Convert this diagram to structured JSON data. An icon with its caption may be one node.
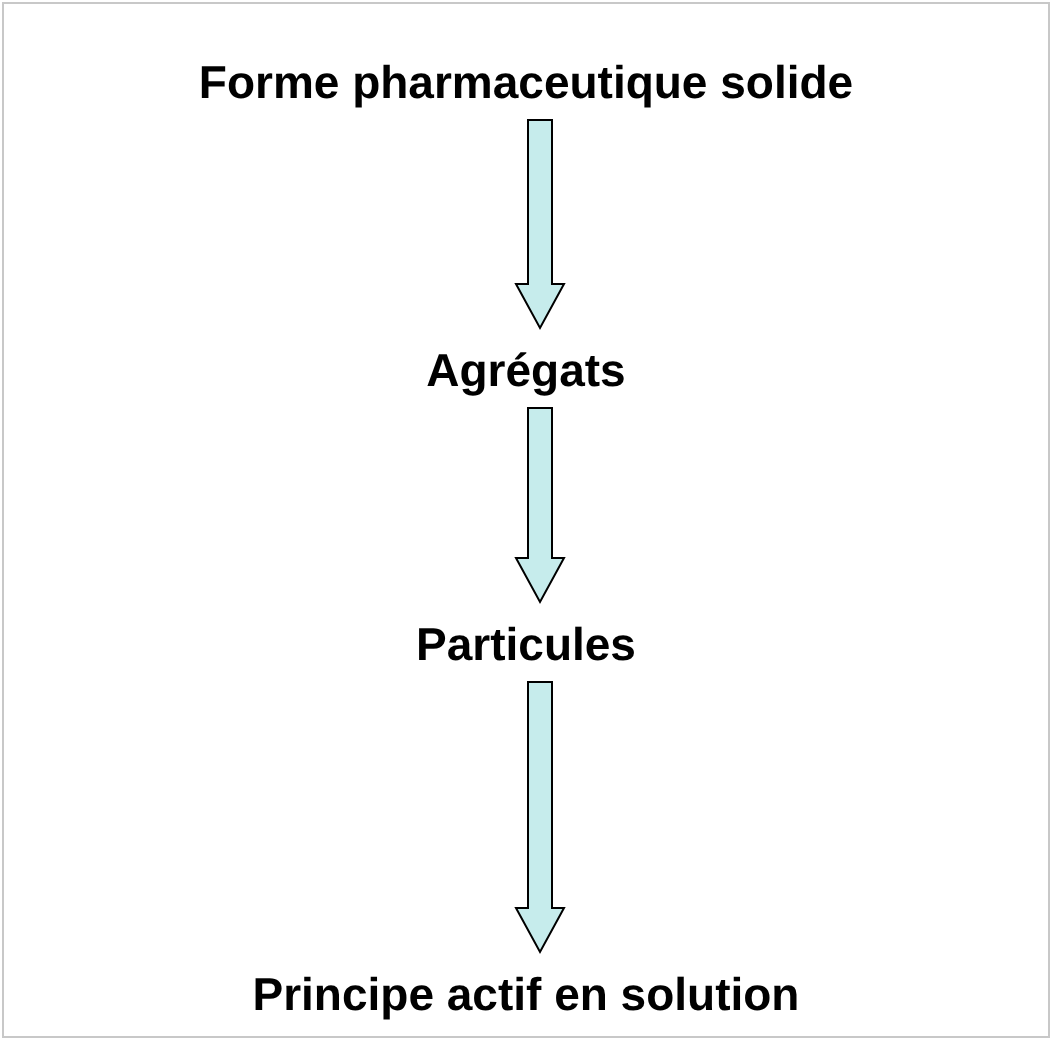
{
  "diagram": {
    "nodes": [
      {
        "text": [
          "Forme pharmaceutique solide"
        ]
      },
      {
        "text": [
          "Agrégats"
        ]
      },
      {
        "text": [
          "Particules"
        ]
      },
      {
        "text": [
          "Principe actif en solution"
        ]
      }
    ],
    "edges": [
      {
        "from": 0,
        "to": 1,
        "arrow": "to"
      },
      {
        "from": 1,
        "to": 2,
        "arrow": "to"
      },
      {
        "from": 2,
        "to": 3,
        "arrow": "to"
      }
    ]
  }
}
